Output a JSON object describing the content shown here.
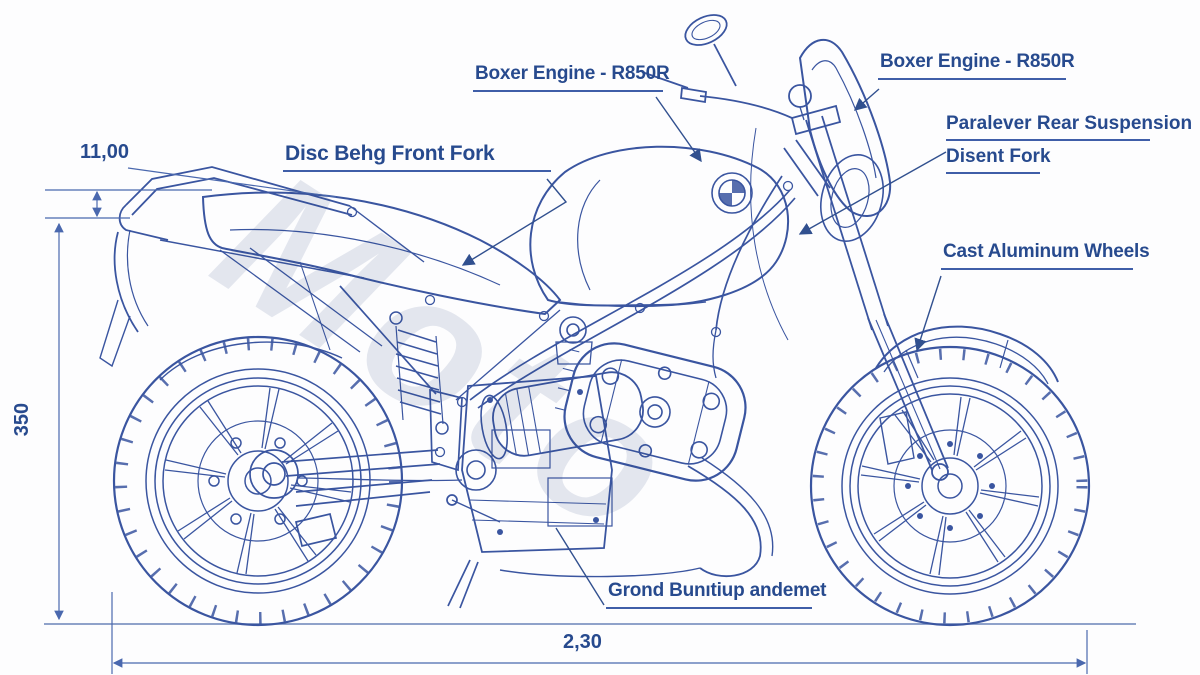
{
  "labels": {
    "boxer_left": {
      "text": "Boxer Engine - R850R"
    },
    "boxer_right": {
      "text": "Boxer Engine - R850R"
    },
    "paralever": {
      "line1": "Paralever Rear Suspension",
      "line2": "Disent Fork"
    },
    "cast_wheels": {
      "text": "Cast Aluminum Wheels"
    },
    "disc_front": {
      "text": "Disc Behg Front Fork"
    },
    "ground": {
      "text": "Grond Bunıtiup andemet"
    }
  },
  "dimensions": {
    "rack_height": "11,00",
    "overall_height": "350",
    "wheelbase": "2,30"
  },
  "watermark": {
    "text": "Moto"
  },
  "icons": {
    "tank_logo": "bmw-roundel-icon"
  },
  "colors": {
    "line_blue": "#3a55a0",
    "label_navy": "#274a8e",
    "dimension_blue": "#4a68ae",
    "background": "#fdfdfe"
  }
}
